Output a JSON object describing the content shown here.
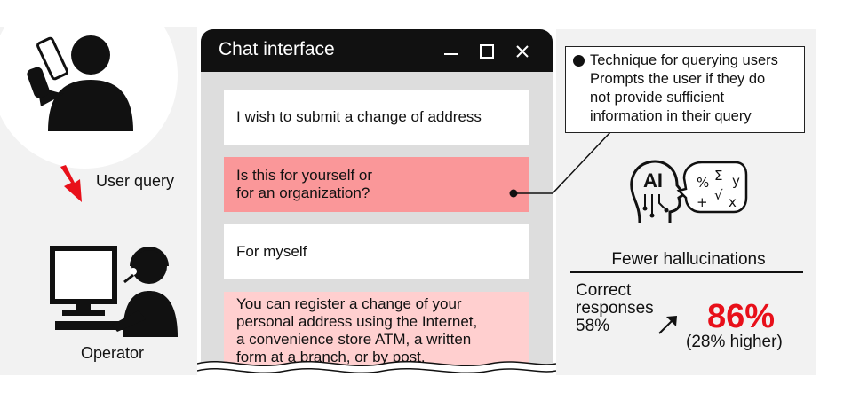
{
  "chat": {
    "title": "Chat interface",
    "messages": [
      {
        "role": "user",
        "lines": [
          "I wish to submit a change of address"
        ]
      },
      {
        "role": "operator-question",
        "lines": [
          "Is this for yourself or",
          "for an organization?"
        ]
      },
      {
        "role": "user",
        "lines": [
          "For myself"
        ]
      },
      {
        "role": "operator-answer",
        "lines": [
          "You can register a change of your",
          "personal address using the Internet,",
          "a convenience store ATM, a written",
          "form at a branch, or by post."
        ]
      }
    ]
  },
  "left": {
    "user_query_label": "User query",
    "operator_label": "Operator"
  },
  "callout": {
    "title": "Technique for querying users",
    "body_lines": [
      "Prompts the user if they do",
      "not provide sufficient",
      "information in their query"
    ]
  },
  "result": {
    "headline": "Fewer hallucinations",
    "correct_lines": [
      "Correct",
      "responses",
      "58%"
    ],
    "improved_value": "86%",
    "improvement_note": "(28% higher)"
  },
  "ai_icon": {
    "label": "AI",
    "symbols": [
      "%",
      "Σ",
      "√",
      "+",
      "x",
      "y"
    ]
  },
  "colors": {
    "accent_red": "#e8101a",
    "question_bubble": "#fa9799",
    "answer_bubble": "#ffcfcf",
    "titlebar": "#111111"
  }
}
